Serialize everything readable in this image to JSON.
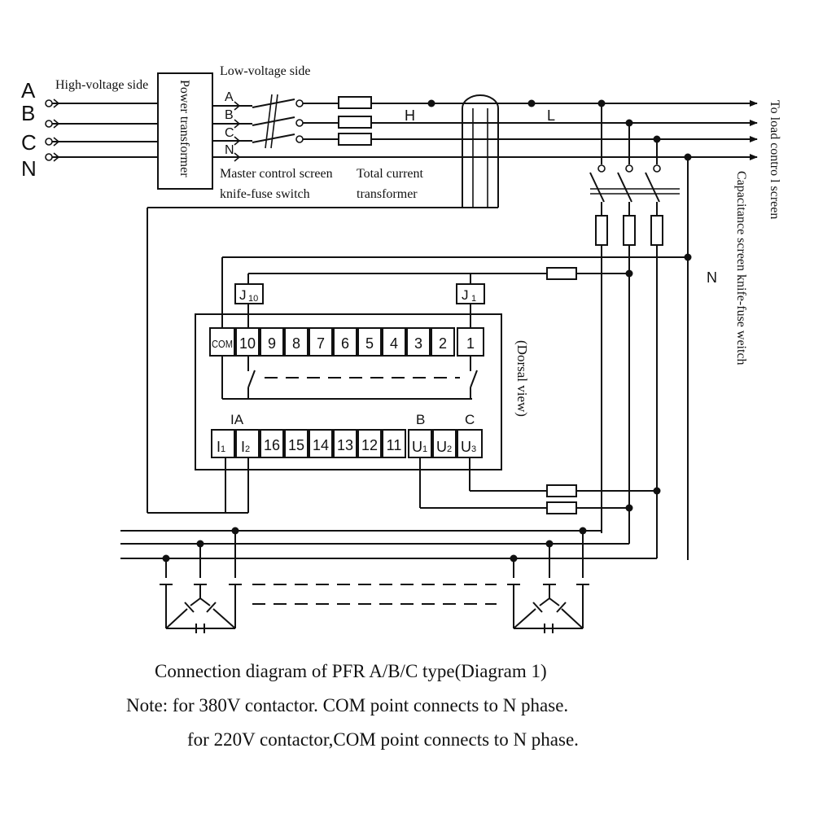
{
  "phases": [
    "A",
    "B",
    "C",
    "N"
  ],
  "labels": {
    "high_voltage_side": "High-voltage side",
    "low_voltage_side": "Low-voltage side",
    "power_transformer": "Power transformer",
    "master_switch_line1": "Master control screen",
    "master_switch_line2": "knife-fuse switch",
    "total_ct_line1": "Total current",
    "total_ct_line2": "transformer",
    "to_load": "To load contro l screen",
    "cap_switch": "Capacitance screen knife-fuse weitch",
    "dorsal_view": "(Dorsal view)",
    "H": "H",
    "L": "L",
    "N_label": "N",
    "IA": "IA",
    "B_term": "B",
    "C_term": "C"
  },
  "lv_phase_labels": [
    "A",
    "B",
    "C",
    "N"
  ],
  "relays": {
    "j10_main": "J",
    "j10_sub": "10",
    "j1_main": "J",
    "j1_sub": "1"
  },
  "top_terminals": [
    "COM",
    "10",
    "9",
    "8",
    "7",
    "6",
    "5",
    "4",
    "3",
    "2",
    "1"
  ],
  "bottom_terminals": [
    {
      "main": "I",
      "sub": "1"
    },
    {
      "main": "I",
      "sub": "2"
    },
    {
      "main": "16",
      "sub": ""
    },
    {
      "main": "15",
      "sub": ""
    },
    {
      "main": "14",
      "sub": ""
    },
    {
      "main": "13",
      "sub": ""
    },
    {
      "main": "12",
      "sub": ""
    },
    {
      "main": "11",
      "sub": ""
    },
    {
      "main": "U",
      "sub": "1"
    },
    {
      "main": "U",
      "sub": "2"
    },
    {
      "main": "U",
      "sub": "3"
    }
  ],
  "caption": {
    "title": "Connection diagram of PFR A/B/C type(Diagram 1)",
    "note1": "Note: for 380V contactor. COM point connects to N phase.",
    "note2": "for 220V contactor,COM point connects to N phase."
  }
}
